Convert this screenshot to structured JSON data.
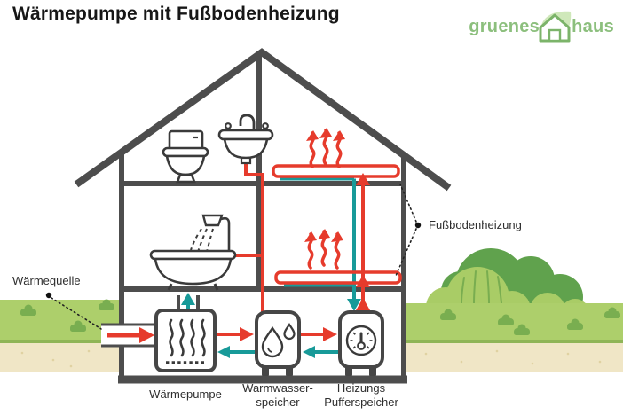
{
  "title": "Wärmepumpe mit Fußbodenheizung",
  "logo": {
    "word1": "gruenes",
    "word2": "haus"
  },
  "callouts": {
    "heat_source": "Wärmequelle",
    "floor_heating": "Fußbodenheizung"
  },
  "equipment": {
    "heat_pump": "Wärmepumpe",
    "hot_water_tank_line1": "Warmwasser-",
    "hot_water_tank_line2": "speicher",
    "buffer_tank_line1": "Heizungs",
    "buffer_tank_line2": "Pufferspeicher"
  },
  "icons": {
    "logo": "leaf-house-icon",
    "heat_pump": "heat-exchanger-coil-icon",
    "hot_water_tank": "water-drops-icon",
    "buffer_tank": "thermostat-dial-icon",
    "bathroom": [
      "toilet-icon",
      "sink-icon",
      "bathtub-shower-icon"
    ],
    "heat": "rising-heat-waves-icon"
  },
  "colors": {
    "hot_pipe": "#e63b2c",
    "return_pipe": "#189a99",
    "structure": "#4d4d4d",
    "grass": "#adcf6b",
    "grass_shadow": "#8fb557",
    "soil": "#f0e6c6",
    "bush_dark": "#60a24d",
    "bush_light": "#a9cc66",
    "logo_green": "#8cbf7d",
    "leaf_light": "#cfe8ba"
  }
}
